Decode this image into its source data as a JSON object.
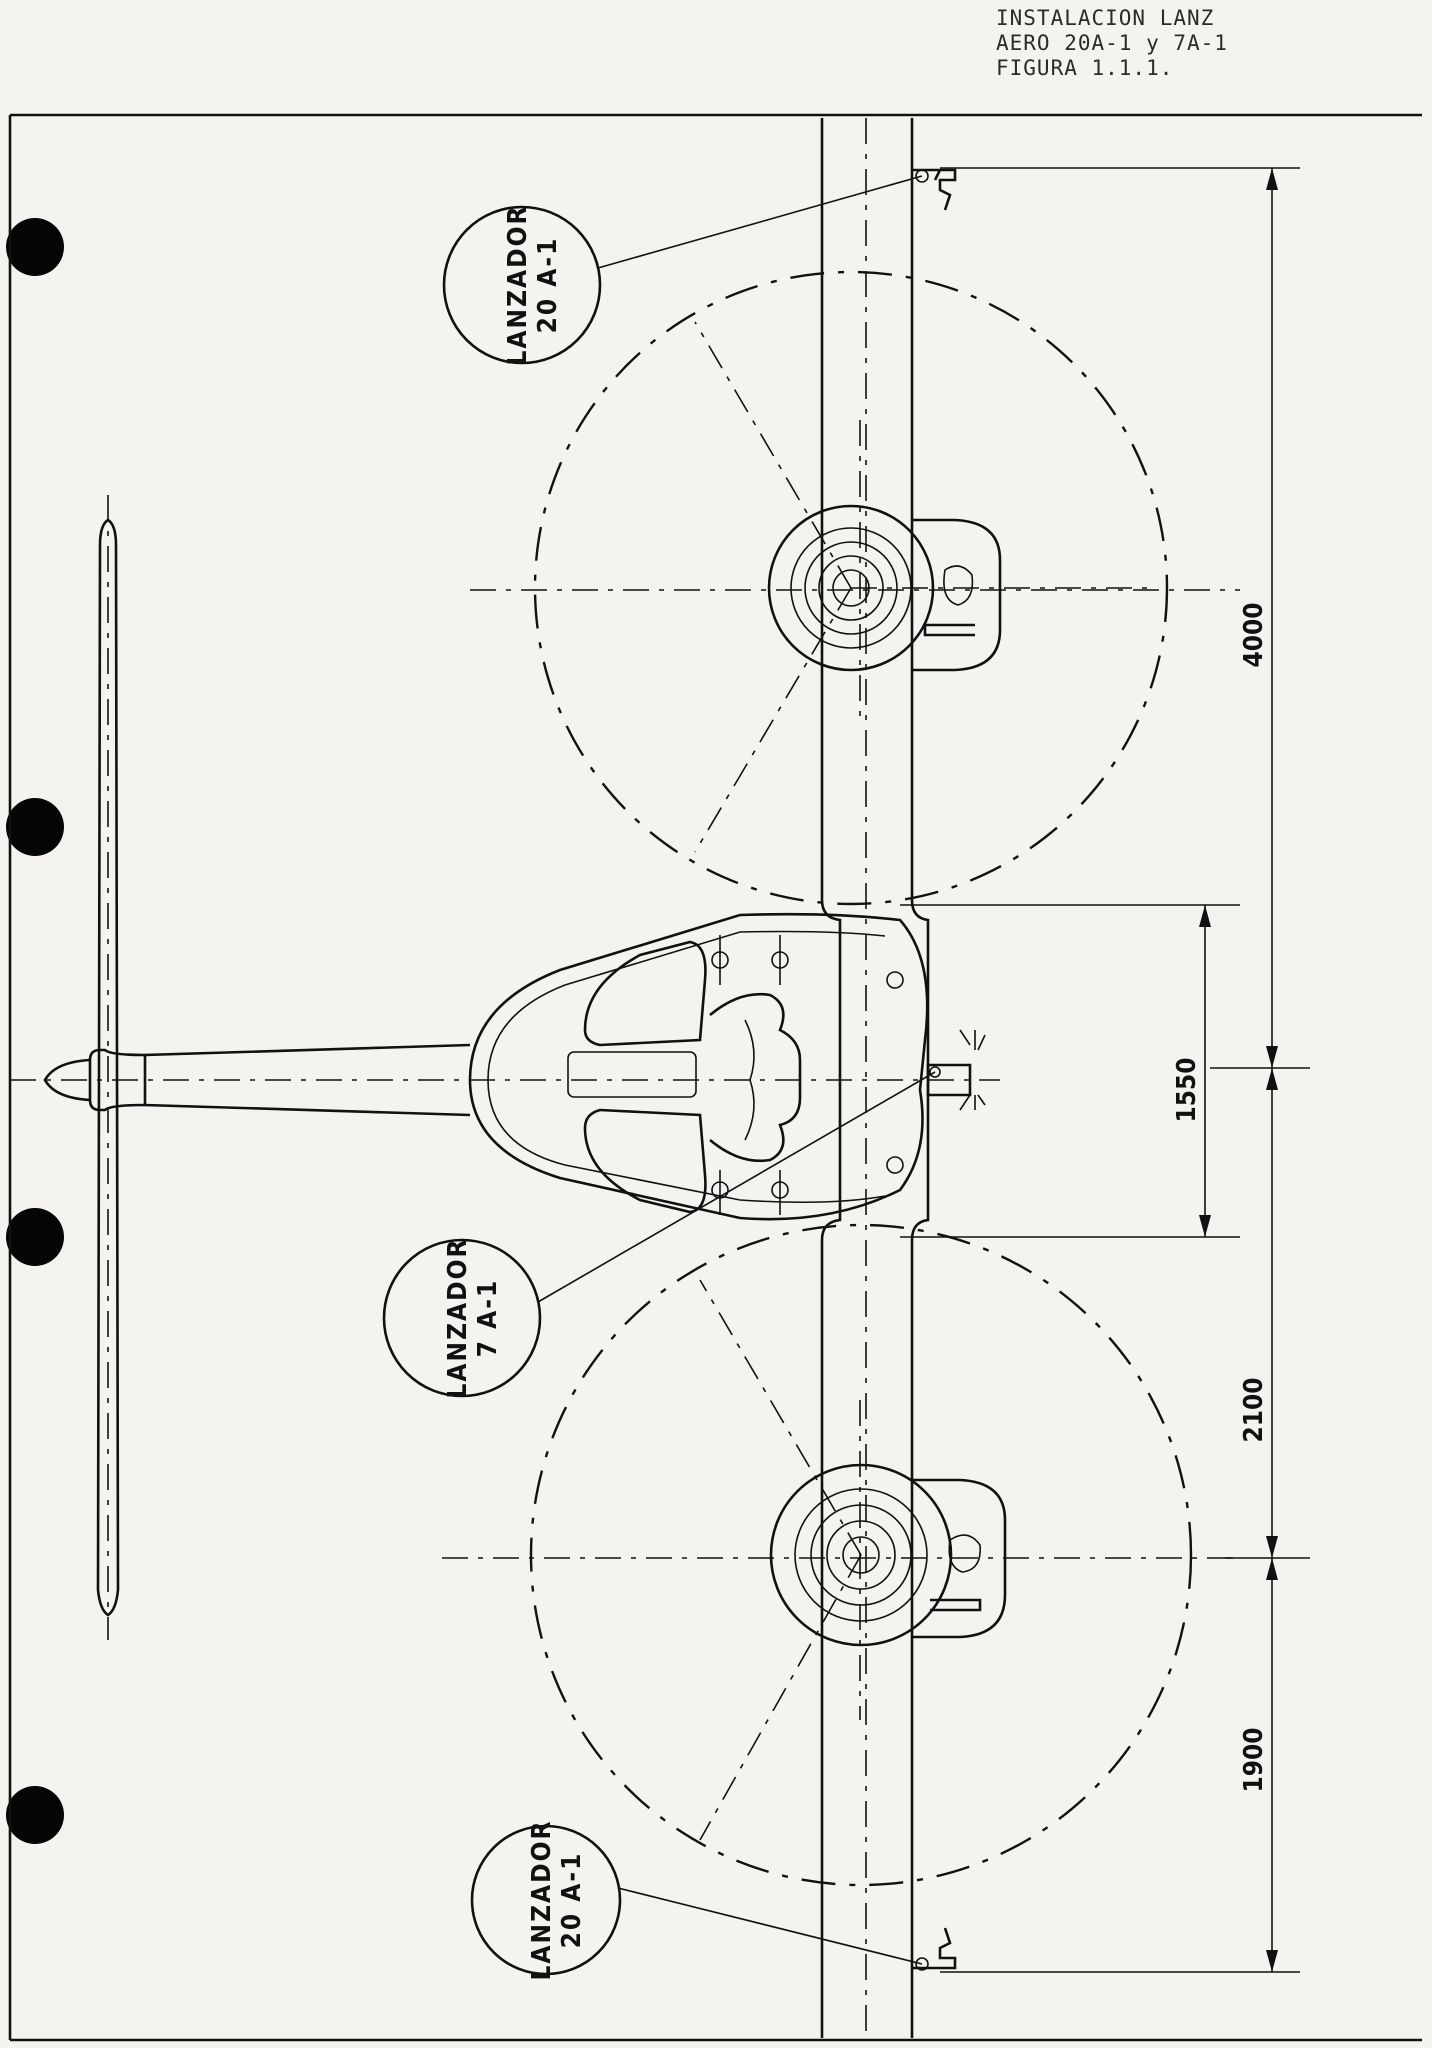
{
  "header": {
    "line1": "INSTALACION LANZ",
    "line2": "AERO 20A-1 y 7A-1",
    "line3": "FIGURA  1.1.1."
  },
  "callouts": {
    "top_launcher": {
      "line1": "LANZADOR",
      "line2": "20 A-1"
    },
    "middle_launcher": {
      "line1": "LANZADOR",
      "line2": "7 A-1"
    },
    "bottom_launcher": {
      "line1": "LANZADOR",
      "line2": "20 A-1"
    }
  },
  "dimensions": {
    "d4000": "4000",
    "d1550": "1550",
    "d2100": "2100",
    "d1900": "1900"
  }
}
